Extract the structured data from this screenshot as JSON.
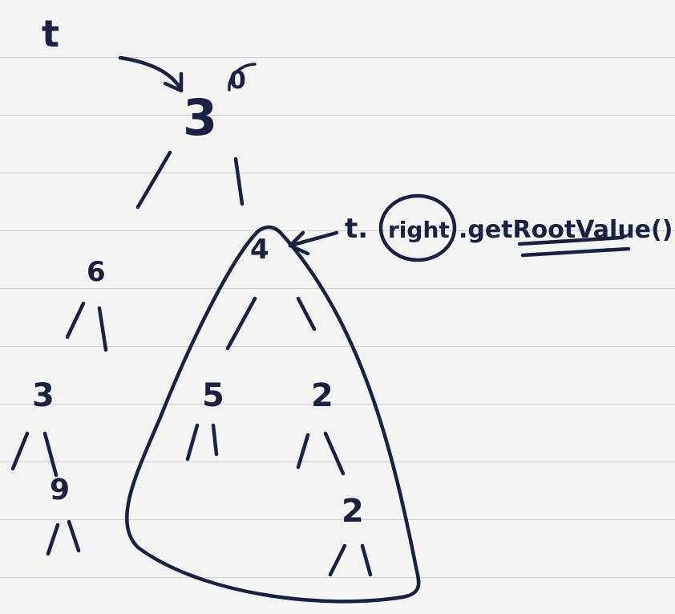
{
  "variable": "t",
  "root": {
    "value": "3",
    "marker": "0"
  },
  "left_subtree": {
    "node_a": "6",
    "node_b": "3",
    "node_c": "9"
  },
  "right_subtree": {
    "root": "4",
    "left": "5",
    "right": "2",
    "right_child": "2"
  },
  "annotation": {
    "receiver": "t.",
    "circled": "right",
    "call": ".getRootValue()"
  }
}
